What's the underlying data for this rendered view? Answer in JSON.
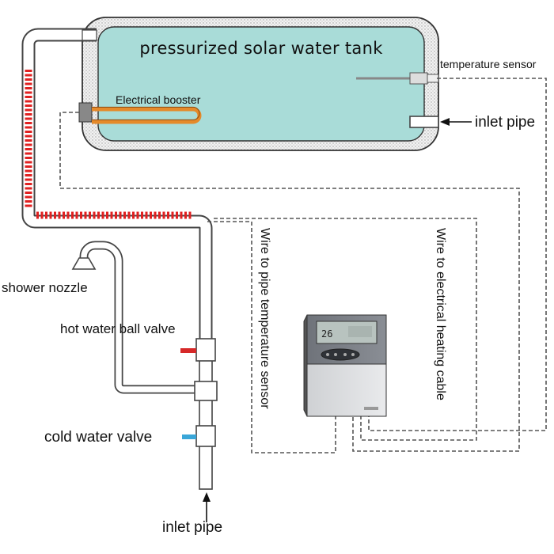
{
  "labels": {
    "tank": "pressurized  solar water tank",
    "temp_sensor": "temperature sensor",
    "booster": "Electrical booster",
    "inlet_top": "inlet pipe",
    "shower": "shower nozzle",
    "hot_valve": "hot water ball valve",
    "cold_valve": "cold water valve",
    "inlet_bottom": "inlet pipe",
    "wire_pipe": "Wire to pipe temperature sensor",
    "wire_heat": "Wire to electrical heating cable"
  },
  "controller": {
    "display": "26"
  },
  "colors": {
    "tank_fill": "#a9dcd8",
    "heating_cable": "#e02020",
    "booster_element": "#e58a2a",
    "hot_handle": "#d62828",
    "cold_handle": "#3aa6d8"
  }
}
